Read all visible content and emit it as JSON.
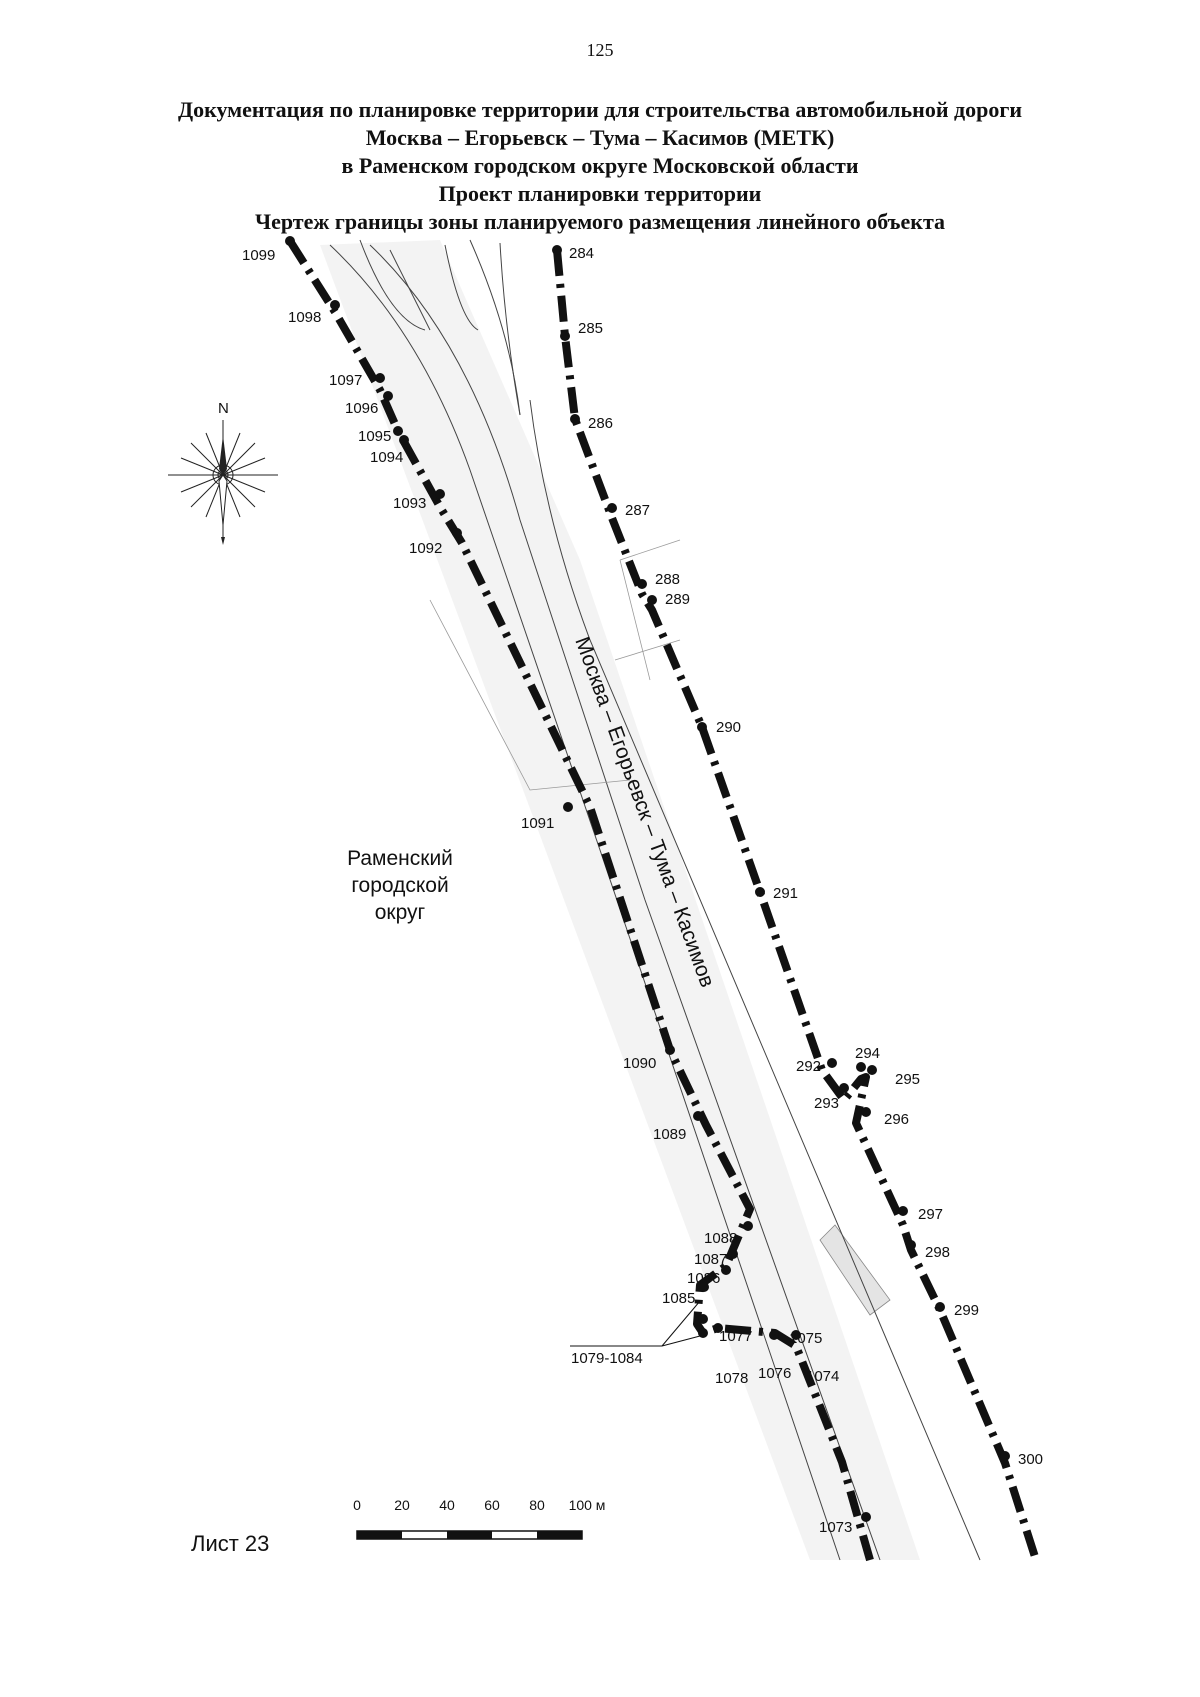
{
  "page_number": "125",
  "title_lines": [
    "Документация по планировке территории для строительства автомобильной дороги",
    "Москва – Егорьевск – Тума – Касимов (МЕТК)",
    "в Раменском городском округе Московской области",
    "Проект планировки территории",
    "Чертеж границы зоны планируемого размещения линейного объекта"
  ],
  "road_name": "Москва – Егорьевск – Тума – Касимов",
  "region_label": [
    "Раменский",
    "городской",
    "округ"
  ],
  "sheet_label": "Лист 23",
  "compass": {
    "north": "N",
    "icon": "compass-rose-icon"
  },
  "scale_bar": {
    "ticks": [
      "0",
      "20",
      "40",
      "60",
      "80"
    ],
    "last_tick": "100 м"
  },
  "callout_label": "1079-1084",
  "colors": {
    "boundary": "#111111",
    "road_line": "#444444",
    "background": "#ffffff"
  },
  "points": {
    "p284": "284",
    "p285": "285",
    "p286": "286",
    "p287": "287",
    "p288": "288",
    "p289": "289",
    "p290": "290",
    "p291": "291",
    "p292": "292",
    "p293": "293",
    "p294": "294",
    "p295": "295",
    "p296": "296",
    "p297": "297",
    "p298": "298",
    "p299": "299",
    "p300": "300",
    "p1073": "1073",
    "p1074": "1074",
    "p1075": "1075",
    "p1076": "1076",
    "p1077": "1077",
    "p1078": "1078",
    "p1085": "1085",
    "p1086": "1086",
    "p1087": "1087",
    "p1088": "1088",
    "p1089": "1089",
    "p1090": "1090",
    "p1091": "1091",
    "p1092": "1092",
    "p1093": "1093",
    "p1094": "1094",
    "p1095": "1095",
    "p1096": "1096",
    "p1097": "1097",
    "p1098": "1098",
    "p1099": "1099"
  }
}
